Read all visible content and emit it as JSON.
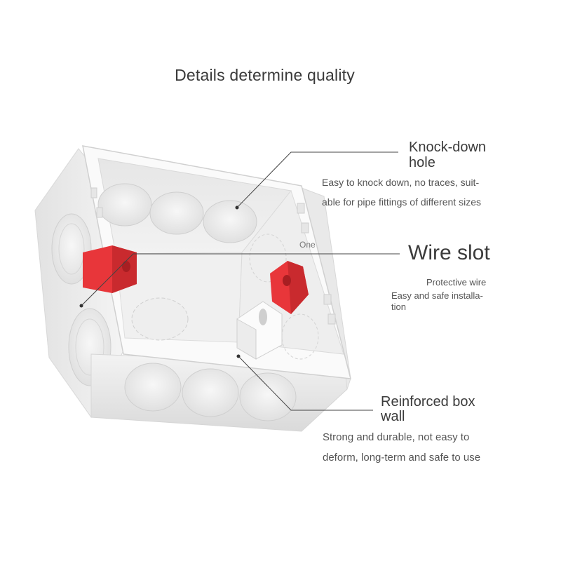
{
  "heading": "Details determine quality",
  "callouts": {
    "knock_down": {
      "title": "Knock-down hole",
      "desc_line1": "Easy to knock down, no traces, suit-",
      "desc_line2": "able for pipe fittings of different sizes"
    },
    "wire_slot": {
      "marker": "One",
      "title": "Wire slot",
      "desc_line1": "Protective wire",
      "desc_line2": "Easy and safe installa-",
      "desc_line3": "tion"
    },
    "reinforced": {
      "title": "Reinforced box wall",
      "desc_line1": "Strong and durable, not easy to",
      "desc_line2": "deform, long-term and safe to use"
    }
  },
  "colors": {
    "accent_red": "#e8363a",
    "box_white": "#f6f6f6",
    "leader_line": "#444444"
  }
}
